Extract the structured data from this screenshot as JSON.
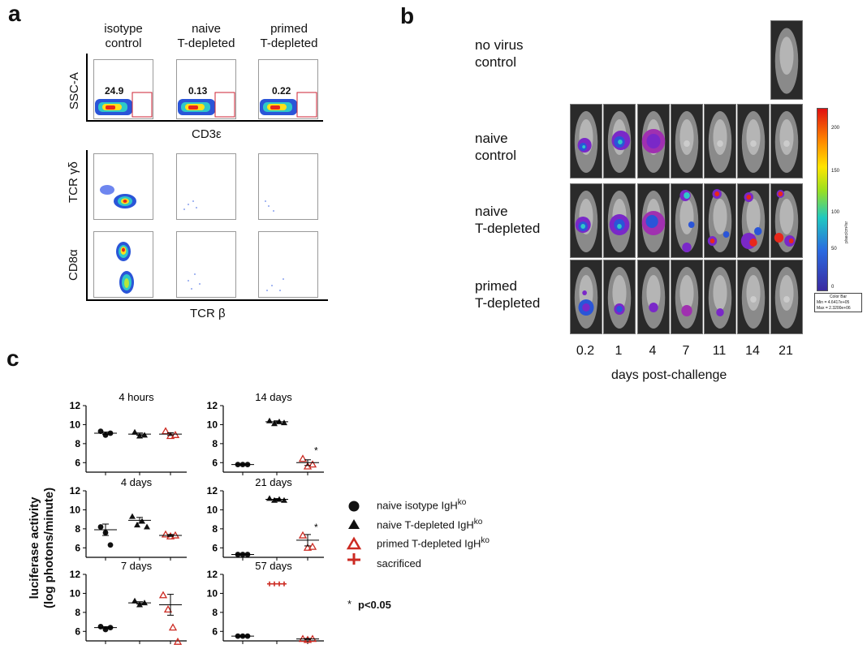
{
  "panels": {
    "a": "a",
    "b": "b",
    "c": "c"
  },
  "panel_a": {
    "columns": [
      {
        "line1": "isotype",
        "line2": "control"
      },
      {
        "line1": "naive",
        "line2": "T-depleted"
      },
      {
        "line1": "primed",
        "line2": "T-depleted"
      }
    ],
    "row1": {
      "ylabel": "SSC-A",
      "xlabel": "CD3ε",
      "gate_values": [
        "24.9",
        "0.13",
        "0.22"
      ]
    },
    "row2": {
      "ylabel": "TCR γδ"
    },
    "row3": {
      "ylabel": "CD8α"
    },
    "bottom_xlabel": "TCR β"
  },
  "panel_b": {
    "rows": [
      {
        "line1": "no virus",
        "line2": "control"
      },
      {
        "line1": "naive",
        "line2": "control"
      },
      {
        "line1": "naive",
        "line2": "T-depleted"
      },
      {
        "line1": "primed",
        "line2": "T-depleted"
      }
    ],
    "days": [
      "0.2",
      "1",
      "4",
      "7",
      "11",
      "14",
      "21"
    ],
    "xlabel": "days post-challenge",
    "colorbar": {
      "ticks": [
        "200",
        "150",
        "100",
        "50",
        "0"
      ],
      "unit": "p/sec/cm²/sr",
      "box_title": "Color Bar",
      "min": "Min = 4.6417e+05",
      "max": "Max = 2.3200e+06"
    }
  },
  "panel_c": {
    "ylabel_line1": "luciferase activity",
    "ylabel_line2": "(log photons/minute)",
    "legend": [
      {
        "text": "naive isotype IgH",
        "sup": "ko"
      },
      {
        "text": "naive T-depleted IgH",
        "sup": "ko"
      },
      {
        "text": "primed T-depleted IgH",
        "sup": "ko"
      },
      {
        "text": "sacrificed",
        "sup": ""
      }
    ],
    "footnote": "p<0.05",
    "footnote_star": "*",
    "colors": {
      "black": "#111111",
      "red": "#cc2a22"
    }
  },
  "chart_data": [
    {
      "type": "scatter",
      "title": "4 hours",
      "ylim": [
        5,
        12
      ],
      "yticks": [
        6,
        8,
        10,
        12
      ],
      "series": [
        {
          "values": [
            9.3,
            8.9,
            9.1
          ]
        },
        {
          "values": [
            9.2,
            8.8,
            8.9
          ]
        },
        {
          "values": [
            9.3,
            8.8,
            8.9
          ]
        }
      ],
      "mean": [
        9.1,
        9.0,
        9.0
      ],
      "sem": [
        0.12,
        0.12,
        0.14
      ],
      "star": ""
    },
    {
      "type": "scatter",
      "title": "4 days",
      "ylim": [
        5,
        12
      ],
      "yticks": [
        6,
        8,
        10,
        12
      ],
      "series": [
        {
          "values": [
            8.2,
            7.6,
            6.3
          ]
        },
        {
          "values": [
            9.3,
            8.4,
            8.8,
            8.2
          ]
        },
        {
          "values": [
            7.4,
            7.2,
            7.3
          ]
        }
      ],
      "mean": [
        7.9,
        8.9,
        7.3
      ],
      "sem": [
        0.6,
        0.3,
        0.1
      ],
      "star": ""
    },
    {
      "type": "scatter",
      "title": "7 days",
      "ylim": [
        5,
        12
      ],
      "yticks": [
        6,
        8,
        10,
        12
      ],
      "series": [
        {
          "values": [
            6.5,
            6.2,
            6.4
          ]
        },
        {
          "values": [
            9.2,
            8.8,
            9.0
          ]
        },
        {
          "values": [
            9.8,
            8.3,
            6.4,
            4.9
          ]
        }
      ],
      "mean": [
        6.4,
        9.0,
        8.8
      ],
      "sem": [
        0.1,
        0.12,
        1.1
      ],
      "star": ""
    },
    {
      "type": "scatter",
      "title": "14 days",
      "ylim": [
        5,
        12
      ],
      "yticks": [
        6,
        8,
        10,
        12
      ],
      "series": [
        {
          "values": [
            5.8,
            5.8,
            5.8
          ]
        },
        {
          "values": [
            10.4,
            10.1,
            10.3,
            10.2
          ]
        },
        {
          "values": [
            6.4,
            5.6,
            5.8
          ]
        }
      ],
      "mean": [
        5.8,
        10.3,
        6.0
      ],
      "sem": [
        0.03,
        0.1,
        0.3
      ],
      "star": "*"
    },
    {
      "type": "scatter",
      "title": "21 days",
      "ylim": [
        5,
        12
      ],
      "yticks": [
        6,
        8,
        10,
        12
      ],
      "series": [
        {
          "values": [
            5.3,
            5.3,
            5.3
          ]
        },
        {
          "values": [
            11.2,
            11.0,
            11.1,
            11.0
          ]
        },
        {
          "values": [
            7.3,
            6.0,
            6.1
          ]
        }
      ],
      "mean": [
        5.3,
        11.1,
        6.8
      ],
      "sem": [
        0.02,
        0.08,
        0.6
      ],
      "star": "*"
    },
    {
      "type": "scatter",
      "title": "57 days",
      "ylim": [
        5,
        12
      ],
      "yticks": [
        6,
        8,
        10,
        12
      ],
      "series": [
        {
          "values": [
            5.5,
            5.5,
            5.5
          ]
        },
        {
          "values": [
            11.0,
            11.0,
            11.0,
            11.0
          ],
          "marker": "cross"
        },
        {
          "values": [
            5.2,
            5.1,
            5.2
          ]
        }
      ],
      "mean": [
        5.5,
        null,
        5.2
      ],
      "sem": [
        0.02,
        null,
        0.05
      ],
      "star": ""
    }
  ]
}
